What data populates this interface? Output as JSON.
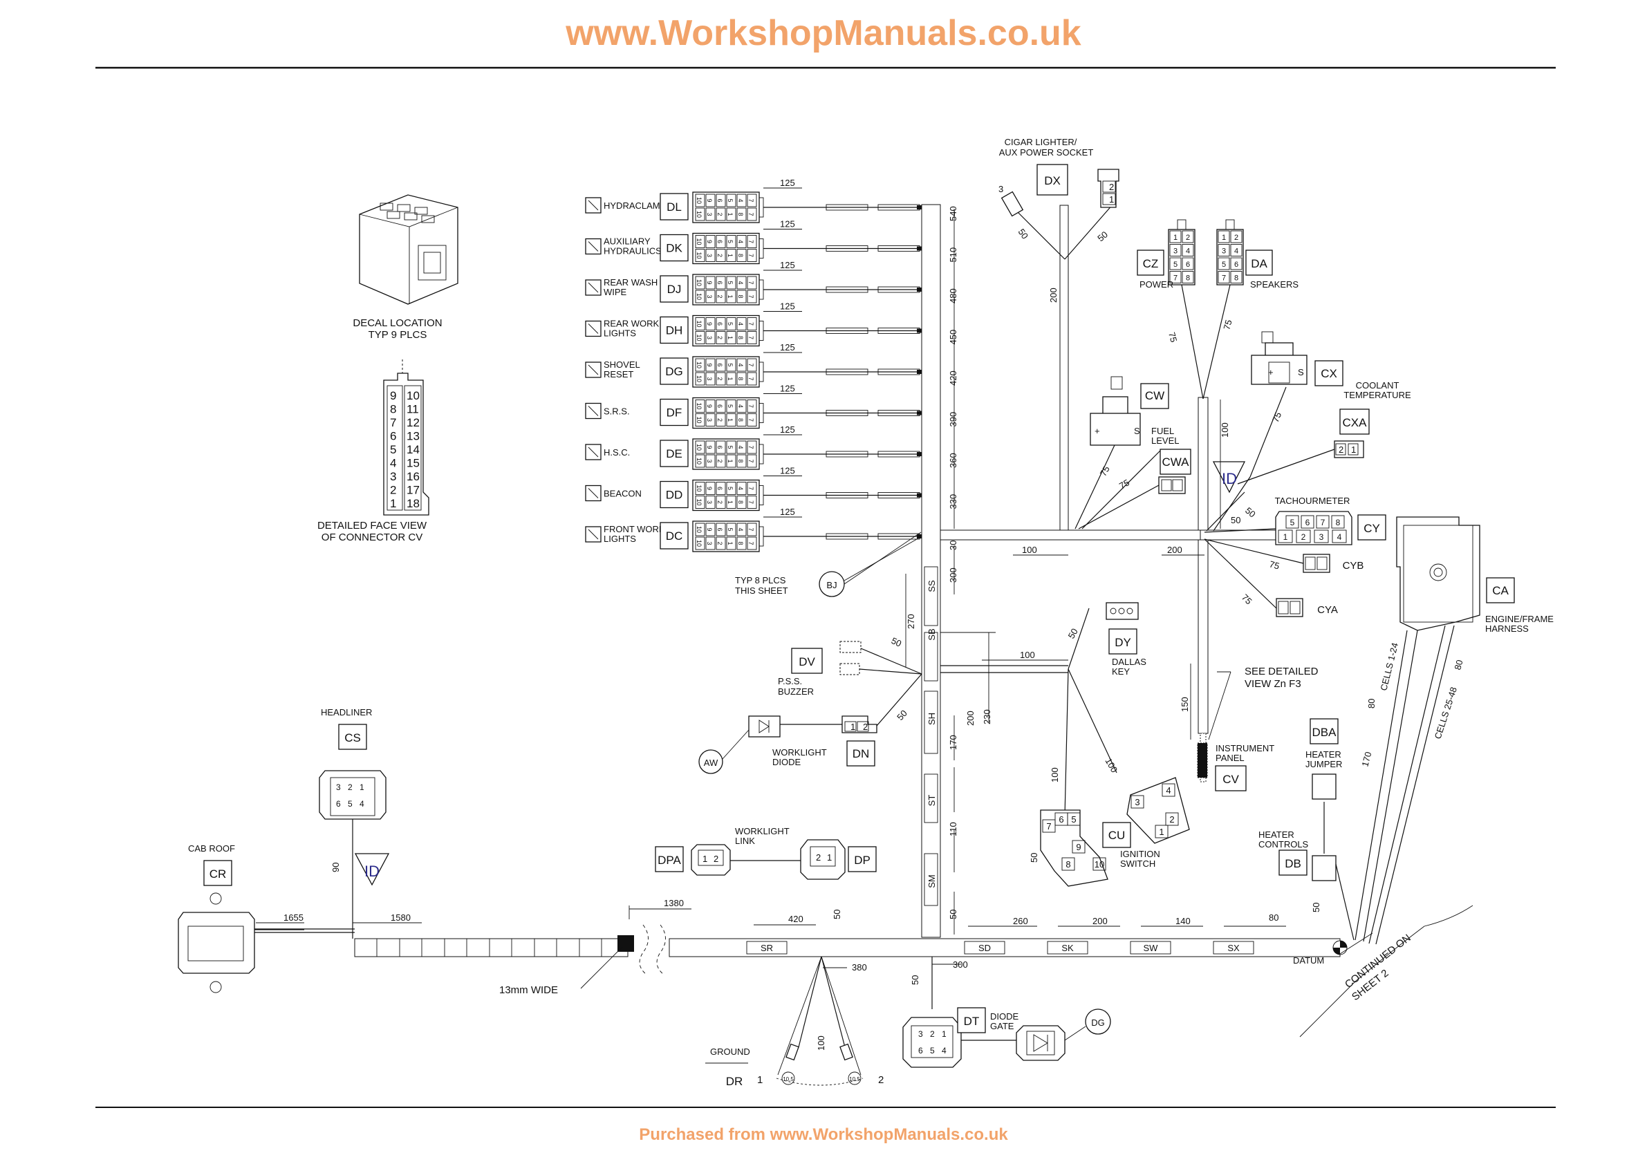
{
  "page": {
    "header": "www.WorkshopManuals.co.uk",
    "footer": "Purchased from www.WorkshopManuals.co.uk"
  },
  "decal": {
    "location_line1": "DECAL LOCATION",
    "location_line2": "TYP 9 PLCS",
    "face_line1": "DETAILED FACE VIEW",
    "face_line2": "OF CONNECTOR CV",
    "pins_left": [
      "9",
      "8",
      "7",
      "6",
      "5",
      "4",
      "3",
      "2",
      "1"
    ],
    "pins_right": [
      "10",
      "11",
      "12",
      "13",
      "14",
      "15",
      "16",
      "17",
      "18"
    ]
  },
  "switch_block": {
    "dim": "125",
    "typ": "TYP 8 PLCS",
    "typ2": "THIS SHEET",
    "pins_top": [
      "10",
      "9",
      "6",
      "5",
      "4",
      "7"
    ],
    "pins_bot": [
      "10",
      "3",
      "2",
      "1",
      "8",
      "7"
    ],
    "rows": [
      {
        "code": "DL",
        "l1": "HYDRACLAMP",
        "l2": "",
        "spacing": "540"
      },
      {
        "code": "DK",
        "l1": "AUXILIARY",
        "l2": "HYDRAULICS",
        "spacing": "510"
      },
      {
        "code": "DJ",
        "l1": "REAR WASH",
        "l2": "WIPE",
        "spacing": "480"
      },
      {
        "code": "DH",
        "l1": "REAR WORK",
        "l2": "LIGHTS",
        "spacing": "450"
      },
      {
        "code": "DG",
        "l1": "SHOVEL",
        "l2": "RESET",
        "spacing": "420"
      },
      {
        "code": "DF",
        "l1": "S.R.S.",
        "l2": "",
        "spacing": "390"
      },
      {
        "code": "DE",
        "l1": "H.S.C.",
        "l2": "",
        "spacing": "360"
      },
      {
        "code": "DD",
        "l1": "BEACON",
        "l2": "",
        "spacing": "330"
      },
      {
        "code": "DC",
        "l1": "FRONT WORK",
        "l2": "LIGHTS",
        "spacing": "300"
      }
    ]
  },
  "connectors": {
    "dx": {
      "code": "DX",
      "l1": "CIGAR LIGHTER/",
      "l2": "AUX POWER SOCKET",
      "pin3": "3",
      "pin2": "2",
      "pin1": "1"
    },
    "cz": {
      "code": "CZ",
      "label": "POWER",
      "pins": [
        "1",
        "2",
        "3",
        "4",
        "5",
        "6",
        "7",
        "8"
      ]
    },
    "da": {
      "code": "DA",
      "label": "SPEAKERS"
    },
    "cw": {
      "code": "CW",
      "l1": "FUEL",
      "l2": "LEVEL",
      "plus": "+",
      "s": "S"
    },
    "cx": {
      "code": "CX",
      "l1": "COOLANT",
      "l2": "TEMPERATURE"
    },
    "cxa": {
      "code": "CXA",
      "p2": "2",
      "p1": "1"
    },
    "cwa": {
      "code": "CWA"
    },
    "id1": {
      "code": "ID"
    },
    "cy": {
      "code": "CY",
      "label": "TACHOURMETER",
      "top": [
        "5",
        "6",
        "7",
        "8"
      ],
      "bot": [
        "1",
        "2",
        "3",
        "4"
      ]
    },
    "cyb": {
      "code": "CYB"
    },
    "cya": {
      "code": "CYA"
    },
    "ca": {
      "code": "CA",
      "l1": "ENGINE/FRAME",
      "l2": "HARNESS"
    },
    "bj": {
      "code": "BJ"
    },
    "dv": {
      "code": "DV",
      "l1": "P.S.S.",
      "l2": "BUZZER"
    },
    "dn": {
      "code": "DN",
      "p1": "1",
      "p2": "2"
    },
    "aw": {
      "code": "AW",
      "l1": "WORKLIGHT",
      "l2": "DIODE"
    },
    "dy": {
      "code": "DY",
      "l1": "DALLAS",
      "l2": "KEY"
    },
    "cv": {
      "code": "CV",
      "see1": "SEE DETAILED",
      "see2": "VIEW Zn F3",
      "l1": "INSTRUMENT",
      "l2": "PANEL"
    },
    "cu": {
      "code": "CU",
      "l1": "IGNITION",
      "l2": "SWITCH",
      "pins": [
        "7",
        "6",
        "5",
        "9",
        "8",
        "10",
        "3",
        "4",
        "2",
        "1"
      ]
    },
    "dba": {
      "code": "DBA",
      "l1": "HEATER",
      "l2": "JUMPER"
    },
    "db": {
      "code": "DB",
      "l1": "HEATER",
      "l2": "CONTROLS"
    },
    "cs": {
      "code": "CS",
      "label": "HEADLINER",
      "top": [
        "3",
        "2",
        "1"
      ],
      "bot": [
        "6",
        "5",
        "4"
      ]
    },
    "cr": {
      "code": "CR",
      "label": "CAB ROOF"
    },
    "id2": {
      "code": "ID"
    },
    "dpa": {
      "code": "DPA",
      "l1": "WORKLIGHT",
      "l2": "LINK",
      "p1": "1",
      "p2": "2"
    },
    "dp": {
      "code": "DP",
      "p2": "2",
      "p1": "1"
    },
    "dt": {
      "code": "DT",
      "l1": "DIODE",
      "l2": "GATE",
      "top": [
        "3",
        "2",
        "1"
      ],
      "bot": [
        "6",
        "5",
        "4"
      ]
    },
    "dgc": {
      "code": "DG"
    },
    "dr": {
      "code": "DR",
      "label": "GROUND",
      "n1": "1",
      "n2": "2",
      "r1": "10.5",
      "r2": "10.5"
    }
  },
  "trunk_sections": [
    "SS",
    "SB",
    "SH",
    "ST",
    "SM"
  ],
  "bottom_sections": [
    "SR",
    "SD",
    "SK",
    "SW",
    "SX"
  ],
  "labels": {
    "width": "13mm WIDE",
    "datum": "DATUM",
    "cont1": "CONTINUED ON",
    "cont2": "SHEET 2",
    "cells1": "CELLS 1-24",
    "cells2": "CELLS 25-48"
  },
  "dims": {
    "d1655": "1655",
    "d1580": "1580",
    "d1380": "1380",
    "d420": "420",
    "d50a": "50",
    "d380": "380",
    "d50b": "50",
    "d300a": "300",
    "d100dr": "100",
    "d260": "260",
    "d200a": "200",
    "d140": "140",
    "d80a": "80",
    "d50c": "50",
    "d270": "270",
    "d230": "230",
    "d200b": "200",
    "d170": "170",
    "d110": "110",
    "d50d": "50",
    "d300b": "300",
    "d100a": "100",
    "d200c": "200",
    "d100b": "100",
    "d200d": "200",
    "d100c": "100",
    "d150": "150",
    "d50e": "50",
    "d50f": "50",
    "d50g": "50",
    "d50h": "50",
    "d75a": "75",
    "d75b": "75",
    "d75c": "75",
    "d75d": "75",
    "d75e": "75",
    "d75f": "75",
    "d75g": "75",
    "d50i": "50",
    "d50j": "50",
    "d100d": "100",
    "d100e": "100",
    "d50k": "50",
    "d50l": "50",
    "d90": "90",
    "d170b": "170",
    "d80b": "80",
    "d80c": "80"
  }
}
